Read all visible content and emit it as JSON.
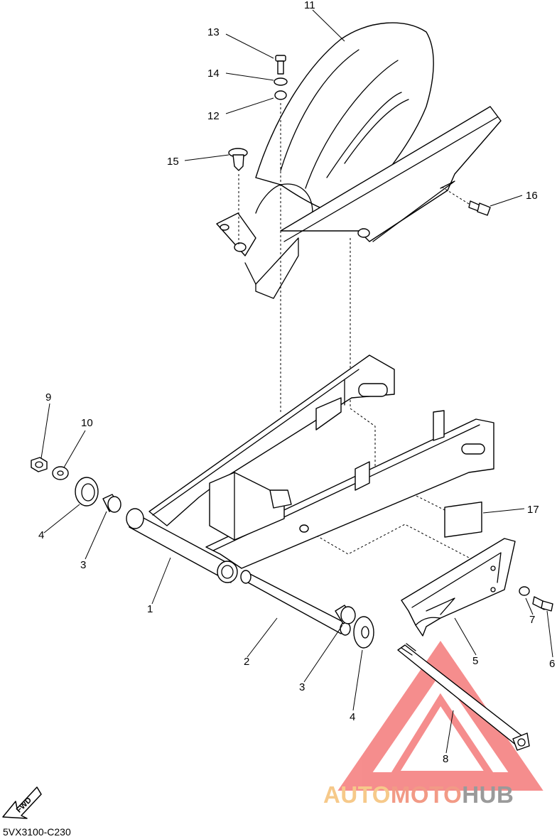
{
  "diagram_code": "5VX3100-C230",
  "fwd_label": "FWD",
  "watermark": {
    "part1": "AUTO",
    "part2": "MOTO",
    "part3": "HUB",
    "color_part1": "#f6c98a",
    "color_part2": "#f29a86",
    "color_part3": "#9a9a9a",
    "triangle_color": "#f47a7a"
  },
  "callouts": [
    {
      "id": "c1",
      "label": "1"
    },
    {
      "id": "c2",
      "label": "2"
    },
    {
      "id": "c3a",
      "label": "3"
    },
    {
      "id": "c3b",
      "label": "3"
    },
    {
      "id": "c4a",
      "label": "4"
    },
    {
      "id": "c4b",
      "label": "4"
    },
    {
      "id": "c5",
      "label": "5"
    },
    {
      "id": "c6",
      "label": "6"
    },
    {
      "id": "c7",
      "label": "7"
    },
    {
      "id": "c8",
      "label": "8"
    },
    {
      "id": "c9",
      "label": "9"
    },
    {
      "id": "c10",
      "label": "10"
    },
    {
      "id": "c11",
      "label": "11"
    },
    {
      "id": "c12",
      "label": "12"
    },
    {
      "id": "c13",
      "label": "13"
    },
    {
      "id": "c14",
      "label": "14"
    },
    {
      "id": "c15",
      "label": "15"
    },
    {
      "id": "c16",
      "label": "16"
    },
    {
      "id": "c17",
      "label": "17"
    }
  ]
}
